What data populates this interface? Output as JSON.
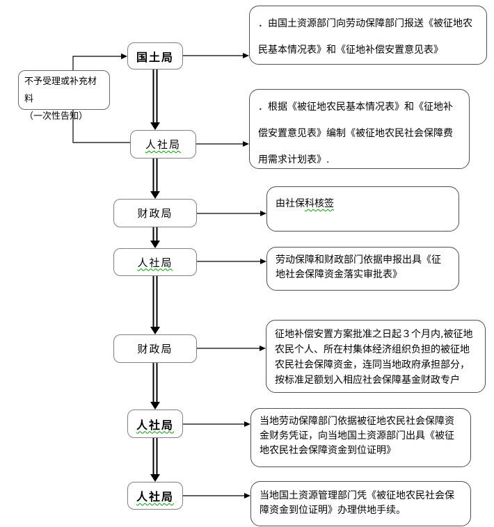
{
  "diagram": {
    "nodes": {
      "guotu": {
        "label": "国土局"
      },
      "renshe1": {
        "label": "人社局"
      },
      "caizheng1": {
        "label": "财政局"
      },
      "renshe2": {
        "label": "人社局"
      },
      "caizheng2": {
        "label": "财政局"
      },
      "renshe3": {
        "label": "人社局"
      },
      "renshe4": {
        "label": "人社局"
      }
    },
    "side_note": {
      "line1": "不予受理或补充材料",
      "line2": "（一次性告知）"
    },
    "annotations": {
      "a1": {
        "text": "．由国土资源部门向劳动保障部门报送《被征地农民基本情况表》和《征地补偿安置意见表》"
      },
      "a2": {
        "text": "．根据《被征地农民基本情况表》和《征地补偿安置意见表》编制《被征地农民社会保障费用需求计划表》."
      },
      "a3": {
        "text_plain": "由社保",
        "text_wavy": "科核签"
      },
      "a4": {
        "text": "劳动保障和财政部门依据申报出具《征地社会保障资金落实审批表》"
      },
      "a5": {
        "text": "征地补偿安置方案批准之日起３个月内,被征地农民个人、所在村集体经济组织负担的被征地农民社会保障资金，连同当地政府承担部分，按标准足额划入相应社会保障基金财政专户"
      },
      "a6": {
        "text": "当地劳动保障部门依据被征地农民社会保障资金财务凭证，向当地国土资源部门出具《被征地农民社会保障资金到位证明》"
      },
      "a7": {
        "text": "当地国土资源管理部门凭《被征地农民社会保障资金到位证明》办理供地手续。"
      }
    },
    "colors": {
      "wavy_underline": "#00a000",
      "node_border": "#7f7f7f",
      "annotation_border": "#4d4d4d",
      "connector": "#000000"
    }
  }
}
